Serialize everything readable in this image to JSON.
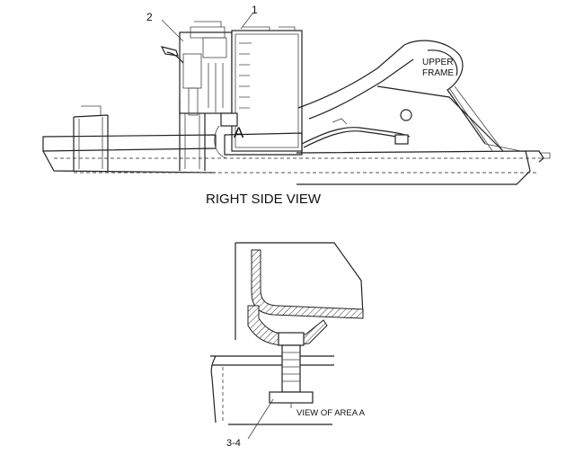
{
  "callouts": {
    "item1": "1",
    "item2": "2",
    "area_marker": "A",
    "item3_4": "3-4"
  },
  "labels": {
    "upper_frame_line1": "UPPER",
    "upper_frame_line2": "FRAME",
    "right_side_view": "RIGHT SIDE VIEW",
    "view_of_area_a": "VIEW OF AREA  A"
  }
}
